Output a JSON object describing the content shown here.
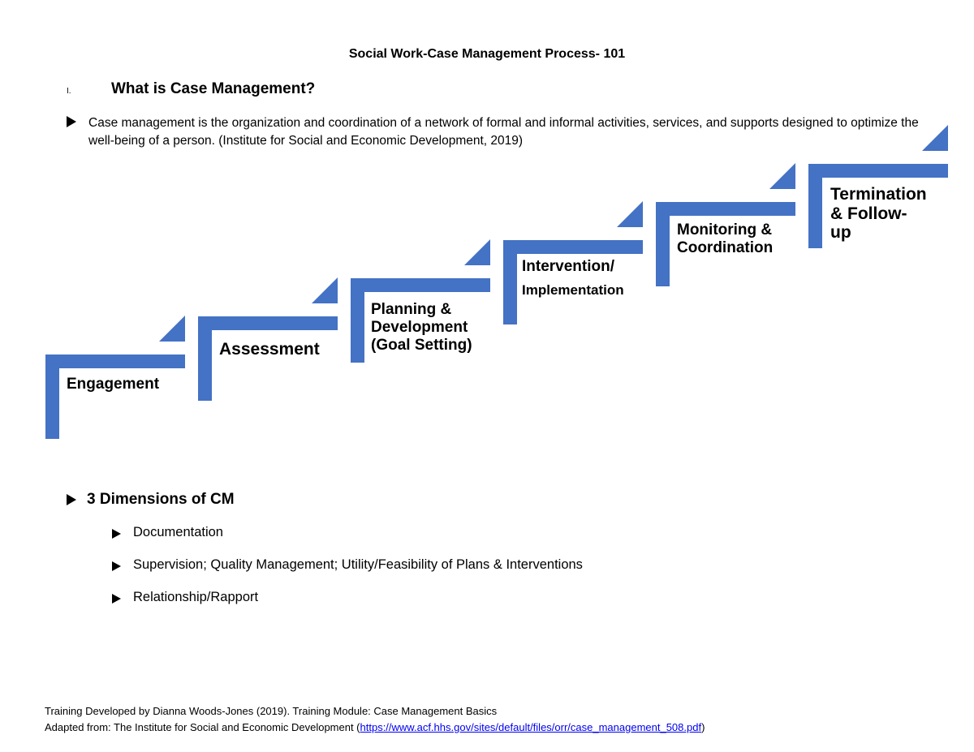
{
  "document": {
    "title": "Social Work-Case Management Process- 101",
    "section": {
      "number": "I.",
      "heading": "What is Case Management?"
    },
    "definition": "Case management is the organization and coordination of a network of formal and informal activities, services, and supports designed to optimize the well-being of a person. (Institute for Social and Economic Development, 2019)"
  },
  "steps_diagram": {
    "color": "#4472c4",
    "steps": [
      {
        "line1": "Engagement",
        "line2": "",
        "line3": ""
      },
      {
        "line1": "Assessment",
        "line2": "",
        "line3": ""
      },
      {
        "line1": "Planning &",
        "line2": "Development",
        "line3": "(Goal Setting)"
      },
      {
        "line1": "Intervention/",
        "line2": "Implementation",
        "line3": ""
      },
      {
        "line1": "Monitoring &",
        "line2": "Coordination",
        "line3": ""
      },
      {
        "line1": "Termination",
        "line2": "& Follow-",
        "line3": "up"
      }
    ]
  },
  "dimensions": {
    "heading": "3 Dimensions of CM",
    "items": [
      "Documentation",
      "Supervision; Quality Management; Utility/Feasibility of Plans & Interventions",
      "Relationship/Rapport"
    ]
  },
  "footer": {
    "line1": "Training Developed by Dianna Woods-Jones (2019). Training Module: Case Management Basics",
    "line2_prefix": "Adapted from: The Institute for Social and Economic Development (",
    "link": "https://www.acf.hhs.gov/sites/default/files/orr/case_management_508.pdf",
    "line2_suffix": ")"
  }
}
